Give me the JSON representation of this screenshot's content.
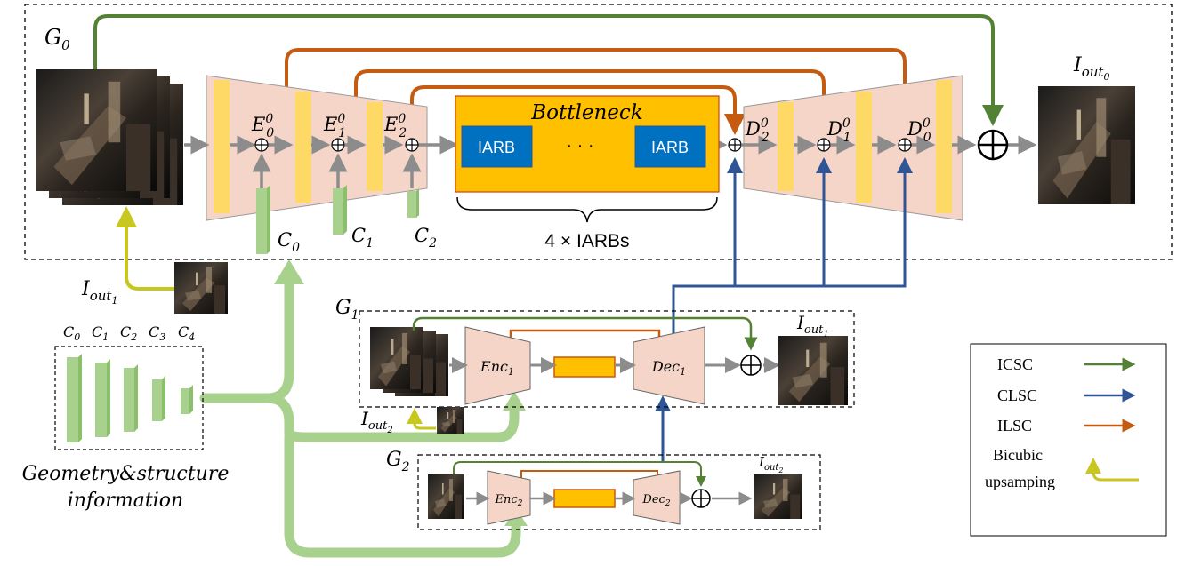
{
  "labels": {
    "g0": "G",
    "g0_sub": "0",
    "g1": "G",
    "g1_sub": "1",
    "g2": "G",
    "g2_sub": "2",
    "e0": "E",
    "e0_sup": "0",
    "e0_sub": "0",
    "e1": "E",
    "e1_sup": "0",
    "e1_sub": "1",
    "e2": "E",
    "e2_sup": "0",
    "e2_sub": "2",
    "d2": "D",
    "d2_sup": "0",
    "d2_sub": "2",
    "d1": "D",
    "d1_sup": "0",
    "d1_sub": "1",
    "d0": "D",
    "d0_sup": "0",
    "d0_sub": "0",
    "c0": "C",
    "c0_sub": "0",
    "c1": "C",
    "c1_sub": "1",
    "c2": "C",
    "c2_sub": "2",
    "bottleneck": "Bottleneck",
    "iarb": "IARB",
    "dots": "· · ·",
    "iarbs_count": "4 × IARBs",
    "out0": "I",
    "out0_sub": "out",
    "out0_subsub": "0",
    "out1": "I",
    "out1_sub": "out",
    "out1_subsub": "1",
    "out2": "I",
    "out2_sub": "out",
    "out2_subsub": "2",
    "enc": "Enc",
    "enc1_sub": "1",
    "enc2_sub": "2",
    "dec": "Dec",
    "dec1_sub": "1",
    "dec2_sub": "2",
    "scale_labels": [
      "C",
      "C",
      "C",
      "C",
      "C"
    ],
    "scale_subs": [
      "0",
      "1",
      "2",
      "3",
      "4"
    ],
    "geometry_line1": "Geometry&structure",
    "geometry_line2": "information"
  },
  "legend": {
    "items": [
      {
        "label": "ICSC",
        "color": "#548235"
      },
      {
        "label": "CLSC",
        "color": "#2F5597"
      },
      {
        "label": "ILSC",
        "color": "#C55A11"
      }
    ],
    "bicubic_line1": "Bicubic",
    "bicubic_line2": "upsamping",
    "bicubic_color": "#C7C720"
  },
  "colors": {
    "icsc": "#548235",
    "clsc": "#2F5597",
    "ilsc": "#C55A11",
    "bicubic": "#C7C720",
    "flow_arrow": "#A9D18E",
    "trap_fill": "#F4D5C7",
    "feature_bar": "#FFD966",
    "bottleneck_fill": "#FFC000",
    "iarb_fill": "#0070C0",
    "grey_arrow": "#8C8C8C"
  }
}
